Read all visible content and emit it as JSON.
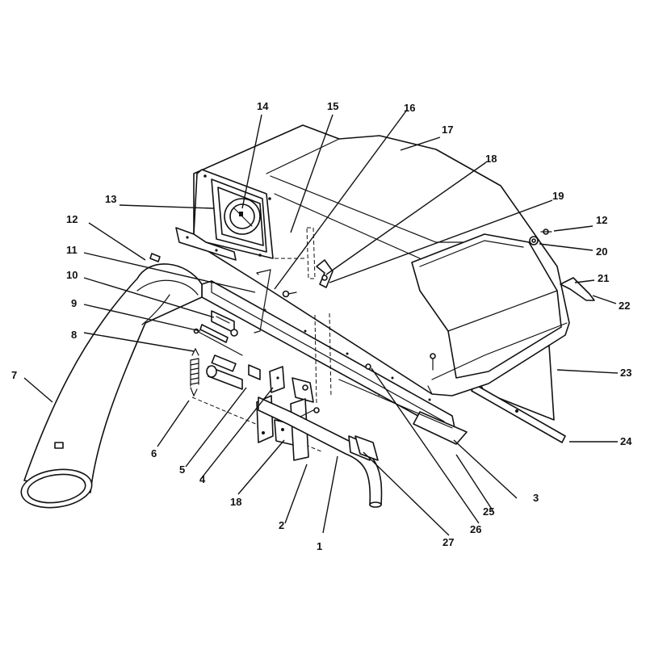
{
  "callouts": [
    {
      "id": "c1",
      "text": "1"
    },
    {
      "id": "c2",
      "text": "2"
    },
    {
      "id": "c3",
      "text": "3"
    },
    {
      "id": "c4",
      "text": "4"
    },
    {
      "id": "c5",
      "text": "5"
    },
    {
      "id": "c6",
      "text": "6"
    },
    {
      "id": "c7",
      "text": "7"
    },
    {
      "id": "c8",
      "text": "8"
    },
    {
      "id": "c9",
      "text": "9"
    },
    {
      "id": "c10",
      "text": "10"
    },
    {
      "id": "c11",
      "text": "11"
    },
    {
      "id": "c12a",
      "text": "12"
    },
    {
      "id": "c12b",
      "text": "12"
    },
    {
      "id": "c13",
      "text": "13"
    },
    {
      "id": "c14",
      "text": "14"
    },
    {
      "id": "c15",
      "text": "15"
    },
    {
      "id": "c16",
      "text": "16"
    },
    {
      "id": "c17",
      "text": "17"
    },
    {
      "id": "c18a",
      "text": "18"
    },
    {
      "id": "c18b",
      "text": "18"
    },
    {
      "id": "c19",
      "text": "19"
    },
    {
      "id": "c20",
      "text": "20"
    },
    {
      "id": "c21",
      "text": "21"
    },
    {
      "id": "c22",
      "text": "22"
    },
    {
      "id": "c23",
      "text": "23"
    },
    {
      "id": "c24",
      "text": "24"
    },
    {
      "id": "c25",
      "text": "25"
    },
    {
      "id": "c26",
      "text": "26"
    },
    {
      "id": "c27",
      "text": "27"
    }
  ]
}
